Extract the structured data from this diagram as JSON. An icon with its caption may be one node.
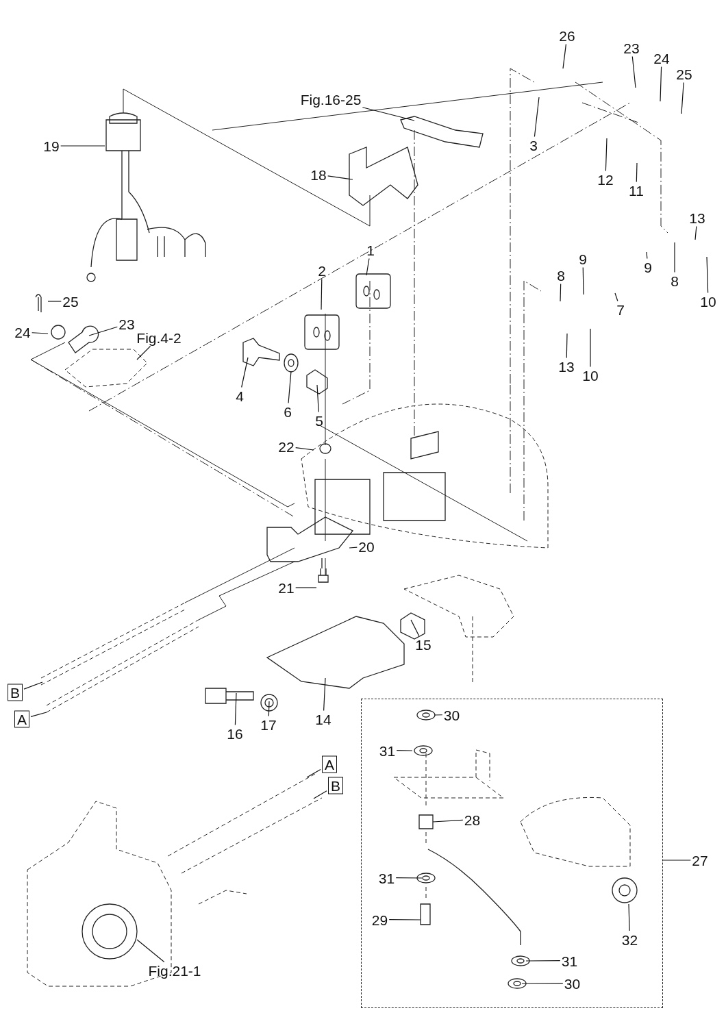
{
  "diagram": {
    "nodes": [
      {
        "text": [
          "26"
        ]
      },
      {
        "text": [
          "23"
        ]
      },
      {
        "text": [
          "24"
        ]
      },
      {
        "text": [
          "25"
        ]
      },
      {
        "text": [
          "Fig.16-25"
        ]
      },
      {
        "text": [
          "3"
        ]
      },
      {
        "text": [
          "19"
        ]
      },
      {
        "text": [
          "18"
        ]
      },
      {
        "text": [
          "12"
        ]
      },
      {
        "text": [
          "11"
        ]
      },
      {
        "text": [
          "13"
        ]
      },
      {
        "text": [
          "1"
        ]
      },
      {
        "text": [
          "9"
        ]
      },
      {
        "text": [
          "9"
        ]
      },
      {
        "text": [
          "8"
        ]
      },
      {
        "text": [
          "8"
        ]
      },
      {
        "text": [
          "7"
        ]
      },
      {
        "text": [
          "10"
        ]
      },
      {
        "text": [
          "2"
        ]
      },
      {
        "text": [
          "25"
        ]
      },
      {
        "text": [
          "24"
        ]
      },
      {
        "text": [
          "23"
        ]
      },
      {
        "text": [
          "Fig.4-2"
        ]
      },
      {
        "text": [
          "4"
        ]
      },
      {
        "text": [
          "6"
        ]
      },
      {
        "text": [
          "13"
        ]
      },
      {
        "text": [
          "10"
        ]
      },
      {
        "text": [
          "5"
        ]
      },
      {
        "text": [
          "22"
        ]
      },
      {
        "text": [
          "20"
        ]
      },
      {
        "text": [
          "21"
        ]
      },
      {
        "text": [
          "15"
        ]
      },
      {
        "text": [
          "B"
        ]
      },
      {
        "text": [
          "A"
        ]
      },
      {
        "text": [
          "14"
        ]
      },
      {
        "text": [
          "16"
        ]
      },
      {
        "text": [
          "17"
        ]
      },
      {
        "text": [],
        "shape": "box"
      },
      {
        "text": [
          "30"
        ],
        "in": 37
      },
      {
        "text": [
          "31"
        ],
        "in": 37
      },
      {
        "text": [
          "A"
        ]
      },
      {
        "text": [
          "B"
        ]
      },
      {
        "text": [
          "28"
        ],
        "in": 37
      },
      {
        "text": [
          "27"
        ]
      },
      {
        "text": [
          "31"
        ],
        "in": 37
      },
      {
        "text": [
          "29"
        ],
        "in": 37
      },
      {
        "text": [
          "32"
        ],
        "in": 37
      },
      {
        "text": [
          "Fig.21-1"
        ]
      },
      {
        "text": [
          "31"
        ],
        "in": 37
      },
      {
        "text": [
          "30"
        ],
        "in": 37
      }
    ],
    "edges": [
      {
        "from": 0,
        "to": null,
        "arrow": "none"
      },
      {
        "from": 1,
        "to": null,
        "arrow": "none"
      },
      {
        "from": 2,
        "to": null,
        "arrow": "none"
      },
      {
        "from": 3,
        "to": null,
        "arrow": "none"
      },
      {
        "from": 4,
        "to": null,
        "arrow": "none"
      },
      {
        "from": 5,
        "to": null,
        "arrow": "none"
      },
      {
        "from": 6,
        "to": null,
        "arrow": "none"
      },
      {
        "from": 7,
        "to": null,
        "arrow": "none"
      },
      {
        "from": 8,
        "to": null,
        "arrow": "none"
      },
      {
        "from": 9,
        "to": null,
        "arrow": "none"
      },
      {
        "from": 10,
        "to": null,
        "arrow": "none"
      },
      {
        "from": 11,
        "to": null,
        "arrow": "none"
      },
      {
        "from": 12,
        "to": null,
        "arrow": "none"
      },
      {
        "from": 13,
        "to": null,
        "arrow": "none"
      },
      {
        "from": 14,
        "to": null,
        "arrow": "none"
      },
      {
        "from": 15,
        "to": null,
        "arrow": "none"
      },
      {
        "from": 16,
        "to": null,
        "arrow": "none"
      },
      {
        "from": 17,
        "to": null,
        "arrow": "none"
      },
      {
        "from": 18,
        "to": null,
        "arrow": "none"
      },
      {
        "from": 19,
        "to": null,
        "arrow": "none"
      },
      {
        "from": 20,
        "to": null,
        "arrow": "none"
      },
      {
        "from": 21,
        "to": null,
        "arrow": "none"
      },
      {
        "from": 22,
        "to": null,
        "arrow": "none"
      },
      {
        "from": 23,
        "to": null,
        "arrow": "none"
      },
      {
        "from": 24,
        "to": null,
        "arrow": "none"
      },
      {
        "from": 25,
        "to": null,
        "arrow": "none"
      },
      {
        "from": 26,
        "to": null,
        "arrow": "none"
      },
      {
        "from": 27,
        "to": null,
        "arrow": "none"
      },
      {
        "from": 28,
        "to": null,
        "arrow": "none"
      },
      {
        "from": 29,
        "to": null,
        "arrow": "none"
      },
      {
        "from": 30,
        "to": null,
        "arrow": "none"
      },
      {
        "from": 31,
        "to": null,
        "arrow": "none"
      },
      {
        "from": 32,
        "to": null,
        "arrow": "none"
      },
      {
        "from": 33,
        "to": null,
        "arrow": "none"
      },
      {
        "from": 34,
        "to": null,
        "arrow": "none"
      },
      {
        "from": 35,
        "to": null,
        "arrow": "none"
      },
      {
        "from": 36,
        "to": null,
        "arrow": "none"
      },
      {
        "from": 38,
        "to": null,
        "arrow": "none"
      },
      {
        "from": 39,
        "to": null,
        "arrow": "none"
      },
      {
        "from": 40,
        "to": null,
        "arrow": "none"
      },
      {
        "from": 41,
        "to": null,
        "arrow": "none"
      },
      {
        "from": 42,
        "to": null,
        "arrow": "none"
      },
      {
        "from": 43,
        "to": 37,
        "arrow": "none"
      },
      {
        "from": 44,
        "to": null,
        "arrow": "none"
      },
      {
        "from": 45,
        "to": null,
        "arrow": "none"
      },
      {
        "from": 46,
        "to": null,
        "arrow": "none"
      },
      {
        "from": 47,
        "to": null,
        "arrow": "none"
      },
      {
        "from": 48,
        "to": null,
        "arrow": "none"
      },
      {
        "from": 49,
        "to": null,
        "arrow": "none"
      }
    ]
  }
}
